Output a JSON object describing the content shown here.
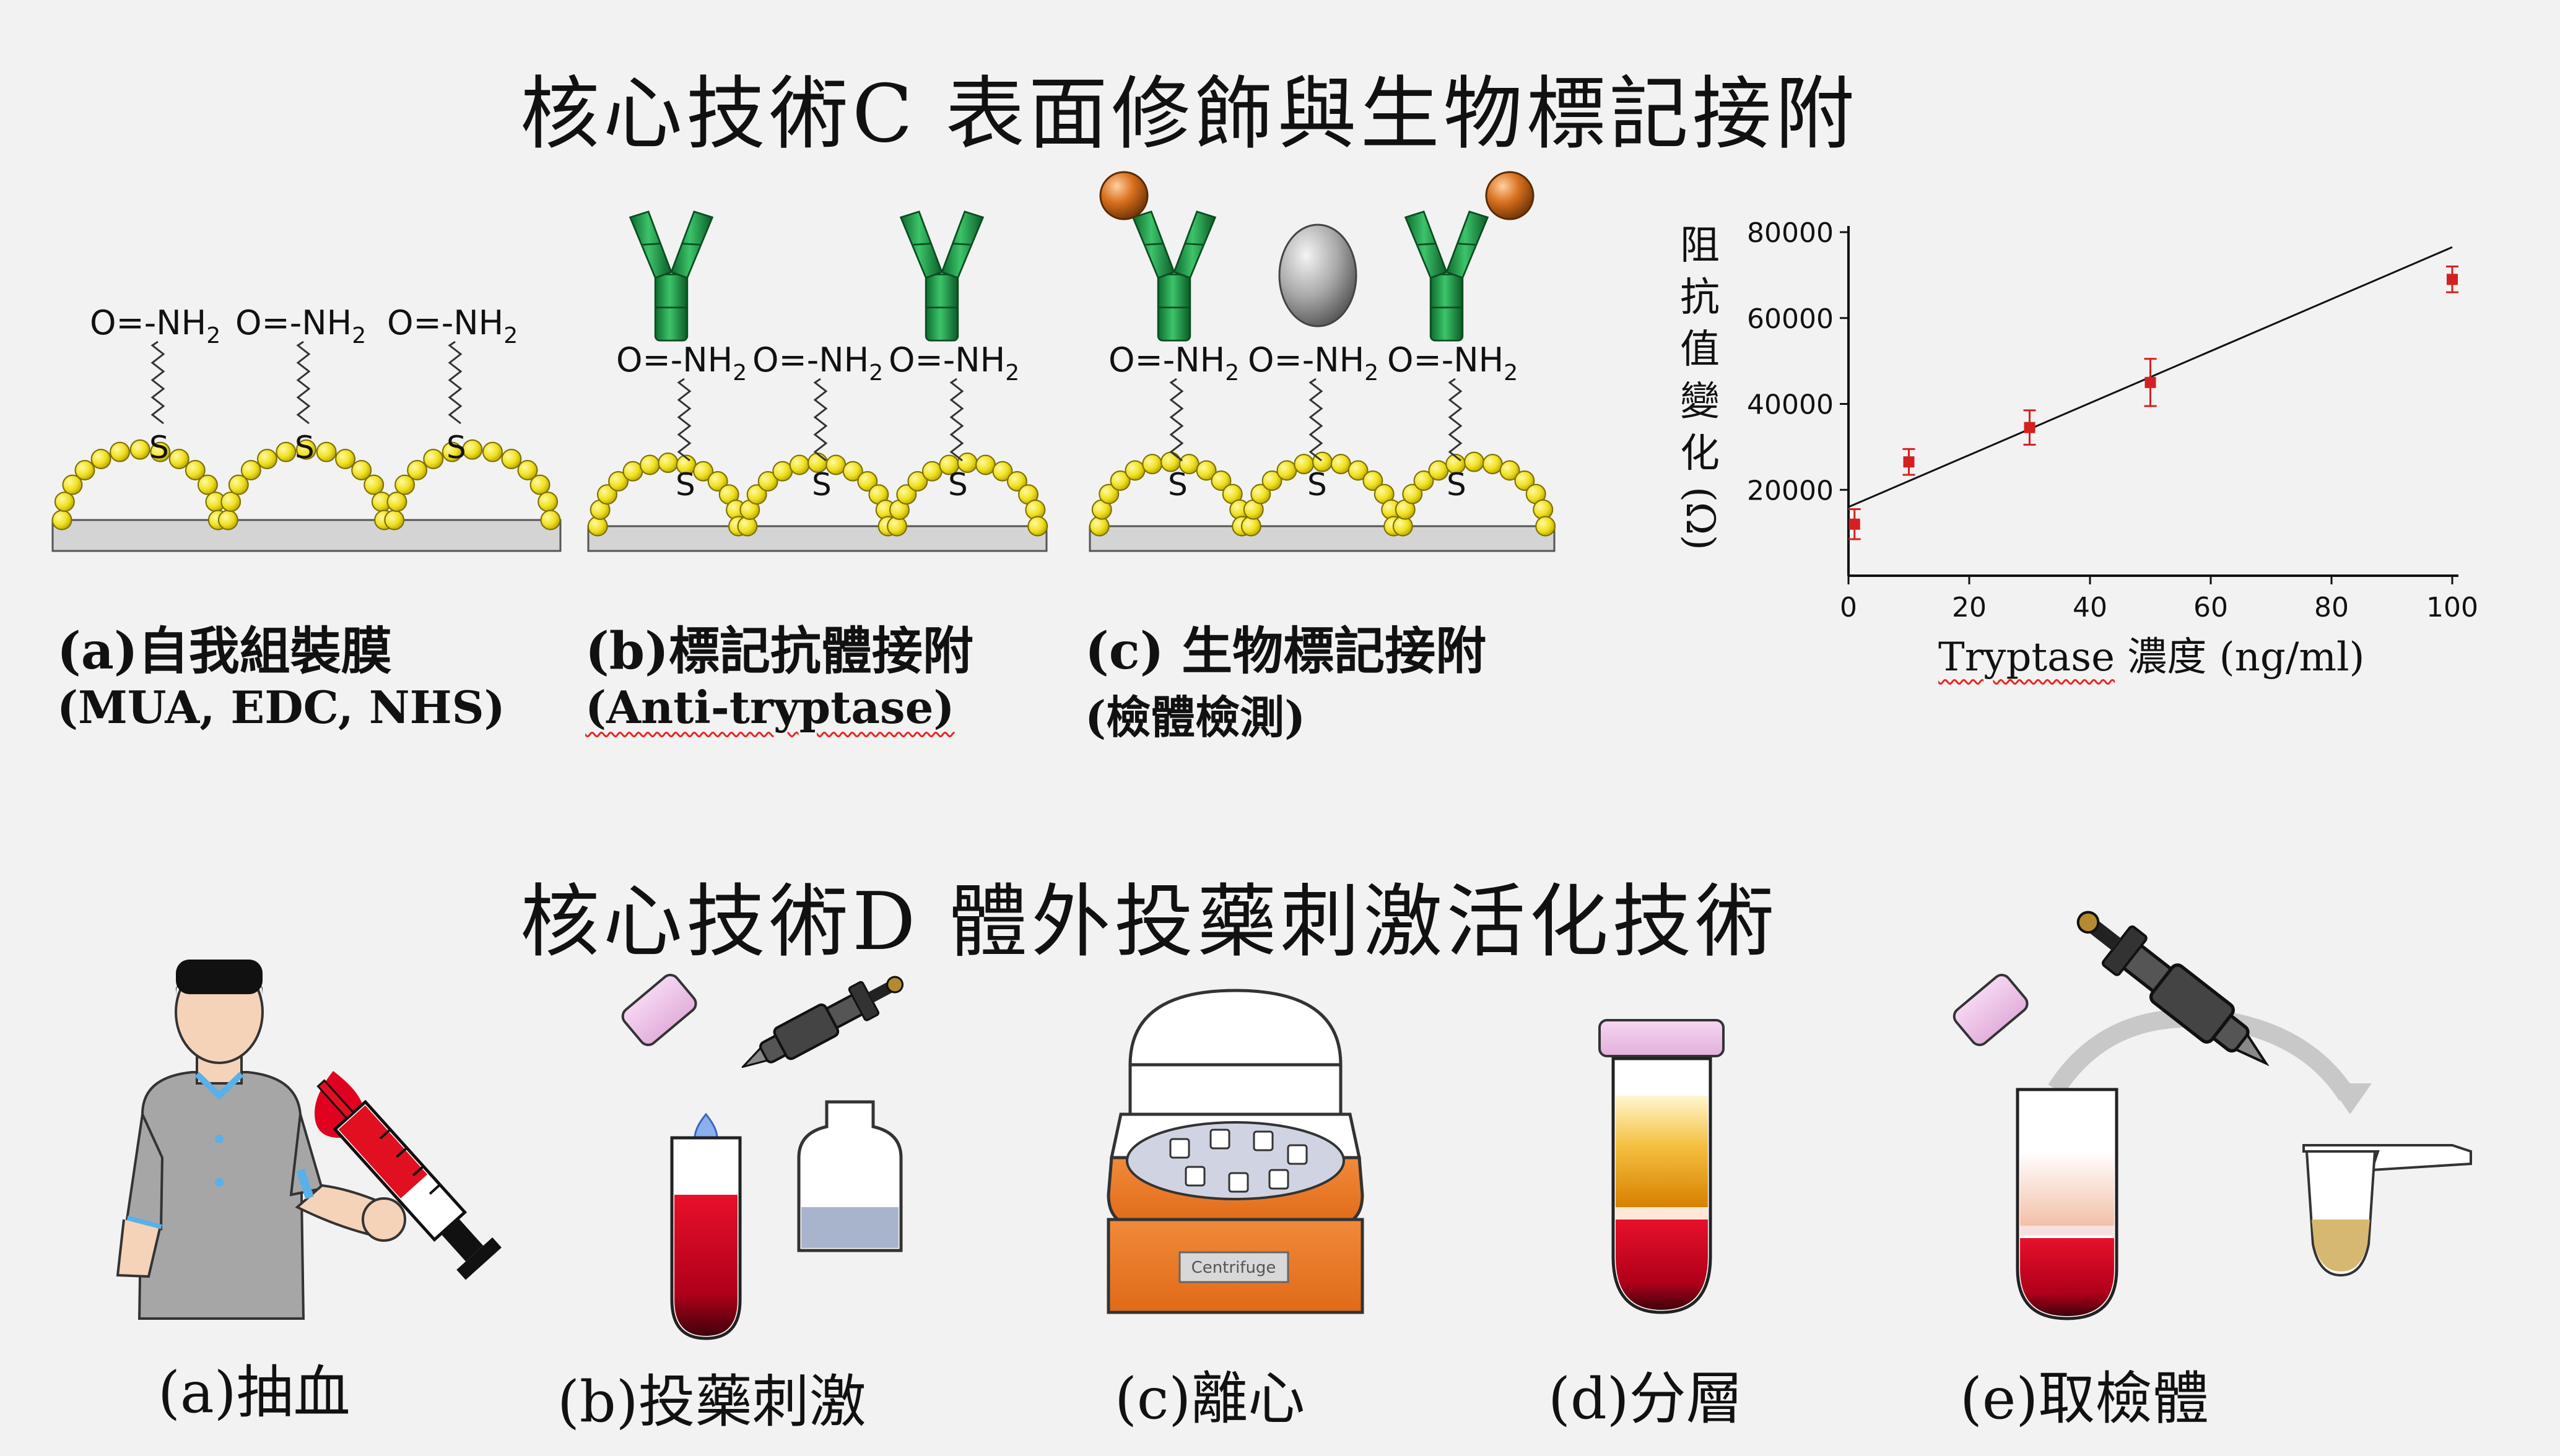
{
  "titles": {
    "c": "核心技術C  表面修飾與生物標記接附",
    "d": "核心技術D  體外投藥刺激活化技術"
  },
  "molecule": {
    "group": "O=-NH",
    "sub": "2",
    "s": "S"
  },
  "panels_c": [
    {
      "label": "(a)自我組裝膜",
      "sub": "(MUA, EDC, NHS)"
    },
    {
      "label": "(b)標記抗體接附",
      "sub": "(Anti-tryptase)"
    },
    {
      "label": "(c) 生物標記接附",
      "sub": "(檢體檢測)"
    }
  ],
  "chart_data": {
    "type": "scatter",
    "ylabel_chars": [
      "阻",
      "抗",
      "值",
      "變",
      "化",
      "(Ω)"
    ],
    "xlabel_word": "Tryptase",
    "xlabel_rest": " 濃度 (ng/ml)",
    "xlim": [
      0,
      100
    ],
    "ylim": [
      0,
      80000
    ],
    "xticks": [
      0,
      20,
      40,
      60,
      80,
      100
    ],
    "yticks": [
      20000,
      40000,
      60000,
      80000
    ],
    "points": [
      {
        "x": 1,
        "y": 12000,
        "err": 3500
      },
      {
        "x": 10,
        "y": 26500,
        "err": 3000
      },
      {
        "x": 30,
        "y": 34500,
        "err": 4000
      },
      {
        "x": 50,
        "y": 45000,
        "err": 5500
      },
      {
        "x": 100,
        "y": 69000,
        "err": 3000
      }
    ],
    "fit": [
      [
        0,
        16000
      ],
      [
        100,
        76500
      ]
    ],
    "marker_color": "#d42020"
  },
  "centrifuge_label": "Centrifuge",
  "steps_d": [
    {
      "label": "(a)抽血"
    },
    {
      "label": "(b)投藥刺激"
    },
    {
      "label": "(c)離心"
    },
    {
      "label": "(d)分層"
    },
    {
      "label": "(e)取檢體"
    }
  ]
}
